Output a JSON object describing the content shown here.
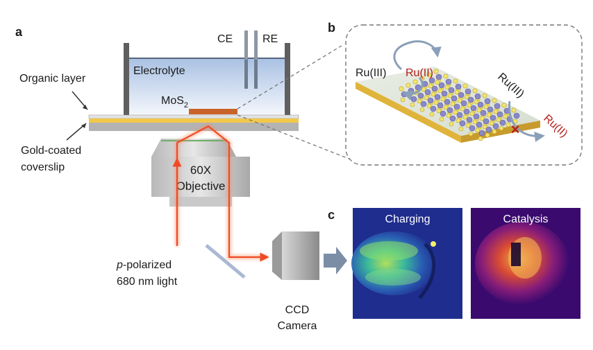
{
  "panels": {
    "a": "a",
    "b": "b",
    "c": "c"
  },
  "panel_a": {
    "electrolyte": "Electrolyte",
    "ce": "CE",
    "re": "RE",
    "mos2_base": "MoS",
    "mos2_sub": "2",
    "organic_layer": "Organic layer",
    "gold_line1": "Gold-coated",
    "gold_line2": "coverslip",
    "objective_line1": "60X",
    "objective_line2": "Objective",
    "light_prefix": "p",
    "light_rest": "-polarized",
    "light_line2": "680 nm light",
    "ccd_line1": "CCD",
    "ccd_line2": "Camera"
  },
  "panel_b": {
    "left_ru3": "Ru(III)",
    "left_ru2": "Ru(II)",
    "right_ru3": "Ru(III)",
    "right_ru2": "Ru(II)",
    "blocked_mark": "×"
  },
  "panel_c": {
    "image1_title": "Charging",
    "image2_title": "Catalysis"
  },
  "colors": {
    "electrolyte_top": "#a9c1e3",
    "electrolyte_bottom": "#f4f7fc",
    "gold": "#f1c84a",
    "laser": "#f04a25",
    "mos2": "#c8632a",
    "charging_bg": "#1f2d8e",
    "catalysis_bg": "#3a0a6e"
  }
}
